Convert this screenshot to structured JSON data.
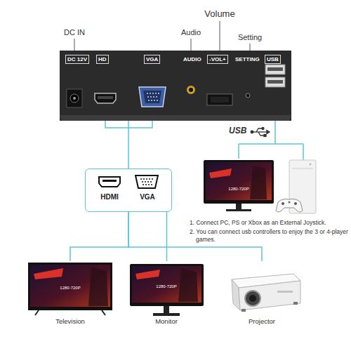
{
  "diagram": {
    "nodes": [
      {
        "text": [
          "DC 12V",
          "HD",
          "VGA",
          "AUDIO",
          "-VOL+",
          "SETTING",
          "USB"
        ]
      },
      {
        "text": [
          "HDMI",
          "VGA"
        ]
      },
      {
        "text": [
          "Television"
        ]
      },
      {
        "text": [
          "Monitor"
        ]
      },
      {
        "text": [
          "Projector"
        ]
      }
    ],
    "edges": [
      {
        "from": 0,
        "to": 1,
        "arrow": "none"
      },
      {
        "from": 1,
        "to": 2,
        "arrow": "none"
      },
      {
        "from": 1,
        "to": 3,
        "arrow": "none"
      },
      {
        "from": 1,
        "to": 4,
        "arrow": "none"
      }
    ],
    "labels": [
      "Volume",
      "DC IN",
      "Audio",
      "Setting",
      "USB",
      "1. Connect PC, PS or Xbox as an External Joystick.",
      "2. You can connect usb controllers to enjoy the 3 or 4-player games.",
      "1280-720P",
      "1280-720P",
      "1280-720P"
    ]
  }
}
